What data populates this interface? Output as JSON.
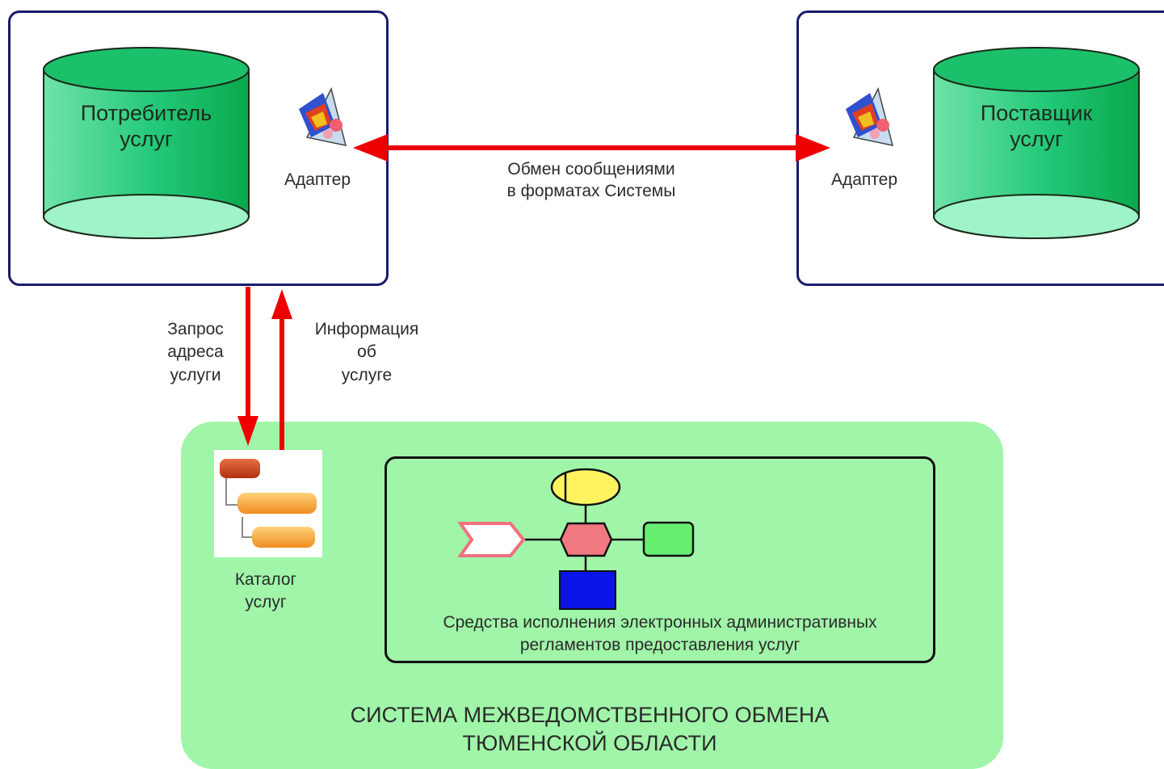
{
  "consumer": {
    "label_line1": "Потребитель",
    "label_line2": "услуг",
    "adapter_label": "Адаптер"
  },
  "provider": {
    "label_line1": "Поставщик",
    "label_line2": "услуг",
    "adapter_label": "Адаптер"
  },
  "exchange": {
    "line1": "Обмен сообщениями",
    "line2": "в форматах Системы"
  },
  "request": {
    "line1": "Запрос",
    "line2": "адреса",
    "line3": "услуги"
  },
  "info": {
    "line1": "Информация",
    "line2": "об",
    "line3": "услуге"
  },
  "catalog": {
    "line1": "Каталог",
    "line2": "услуг"
  },
  "execution": {
    "line1": "Средства исполнения электронных административных",
    "line2": "регламентов предоставления услуг"
  },
  "system": {
    "line1": "СИСТЕМА МЕЖВЕДОМСТВЕННОГО ОБМЕНА",
    "line2": "ТЮМЕНСКОЙ ОБЛАСТИ"
  },
  "colors": {
    "arrow": "#ee0000",
    "frame": "#1a1a6e",
    "system_bg": "#a0f5a8",
    "cylinder": "#10c060"
  }
}
